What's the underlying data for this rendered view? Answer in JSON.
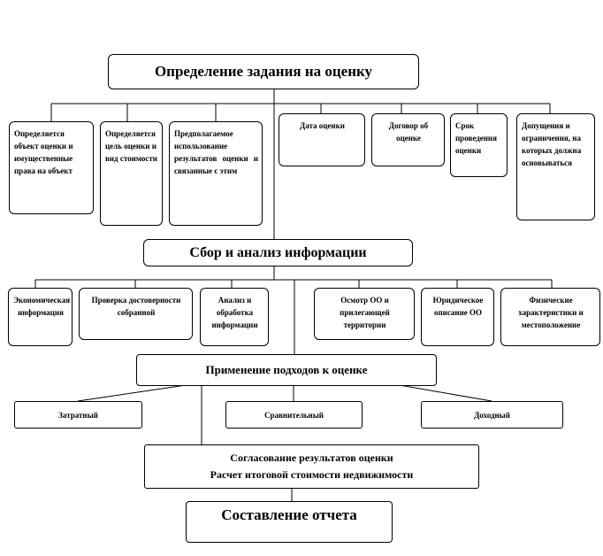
{
  "top_title": "Определение задания на оценку",
  "row1": [
    "Определяется объект оценки и имущественные права на объект",
    "Определяется цель оценки и вид стоимости",
    "Предполагаемое использование результатов оценки и связанные с этим",
    "Дата оценки",
    "Договор об оценке",
    "Срок проведения оценки",
    "Допущения и ограничения, на которых должна основываться"
  ],
  "collect_title": "Сбор и анализ информации",
  "row2": [
    "Экономическая информация",
    "Проверка достоверности собранной",
    "Анализ и обработка информации",
    "Осмотр ОО и прилегающей территории",
    "Юридическое описание ОО",
    "Физические характеристики и местоположение"
  ],
  "approaches_title": "Применение подходов к оценке",
  "approaches": [
    "Затратный",
    "Сравнительный",
    "Доходный"
  ],
  "reconcile_line1": "Согласование результатов оценки",
  "reconcile_line2": "Расчет итоговой стоимости недвижимости",
  "report_title": "Составление отчета"
}
